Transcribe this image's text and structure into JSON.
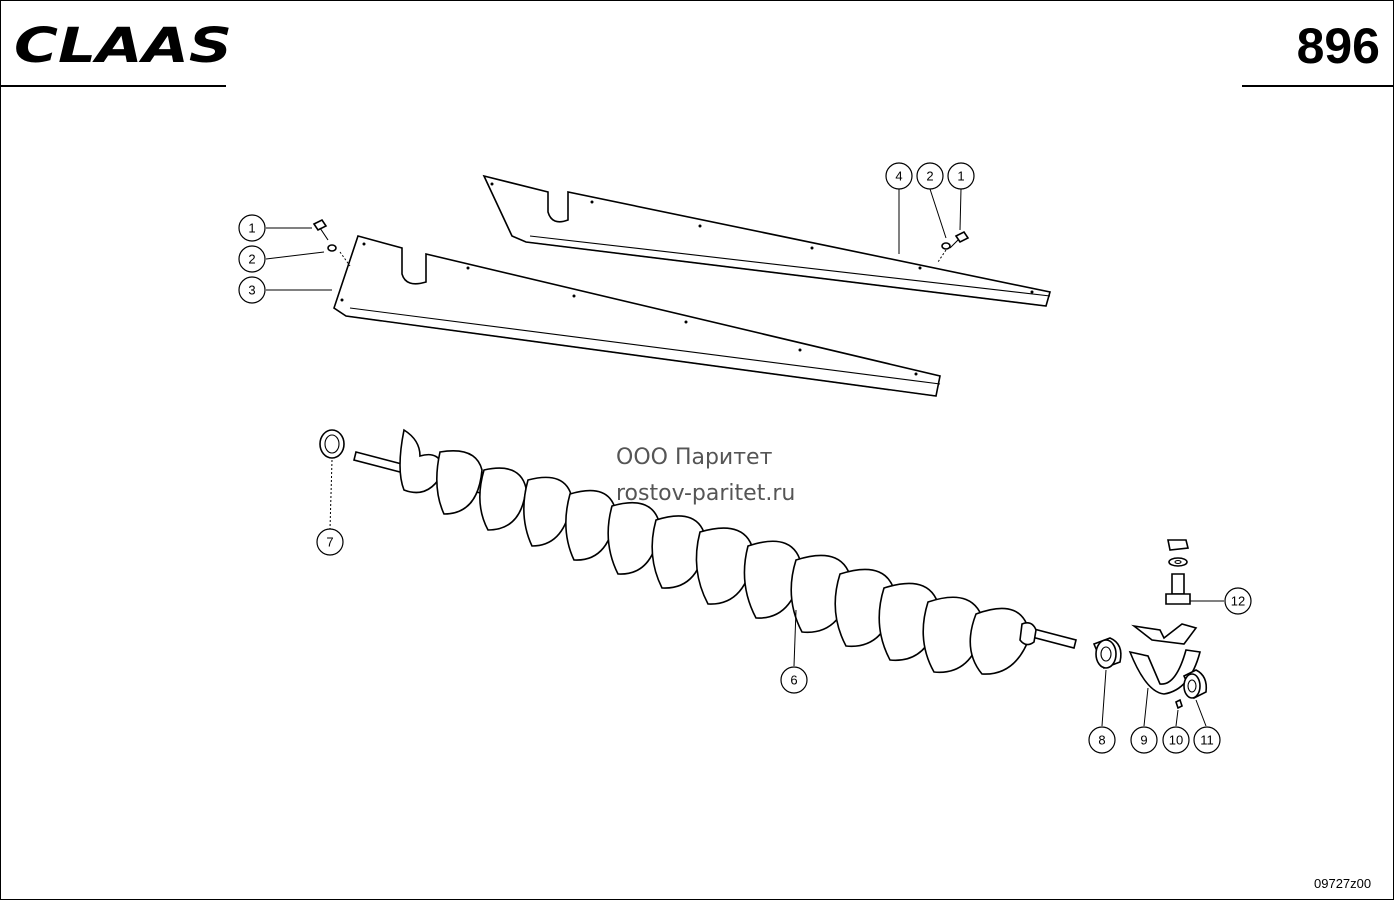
{
  "header": {
    "brand": "CLAAS",
    "page_number": "896"
  },
  "watermark": {
    "line1": "ООО Паритет",
    "line2": "rostov-paritet.ru"
  },
  "footer": {
    "drawing_number": "09727z00"
  },
  "callouts": {
    "c1a": "1",
    "c2a": "2",
    "c3": "3",
    "c4": "4",
    "c2b": "2",
    "c1b": "1",
    "c7": "7",
    "c6": "6",
    "c12": "12",
    "c8": "8",
    "c9": "9",
    "c10": "10",
    "c11": "11"
  }
}
